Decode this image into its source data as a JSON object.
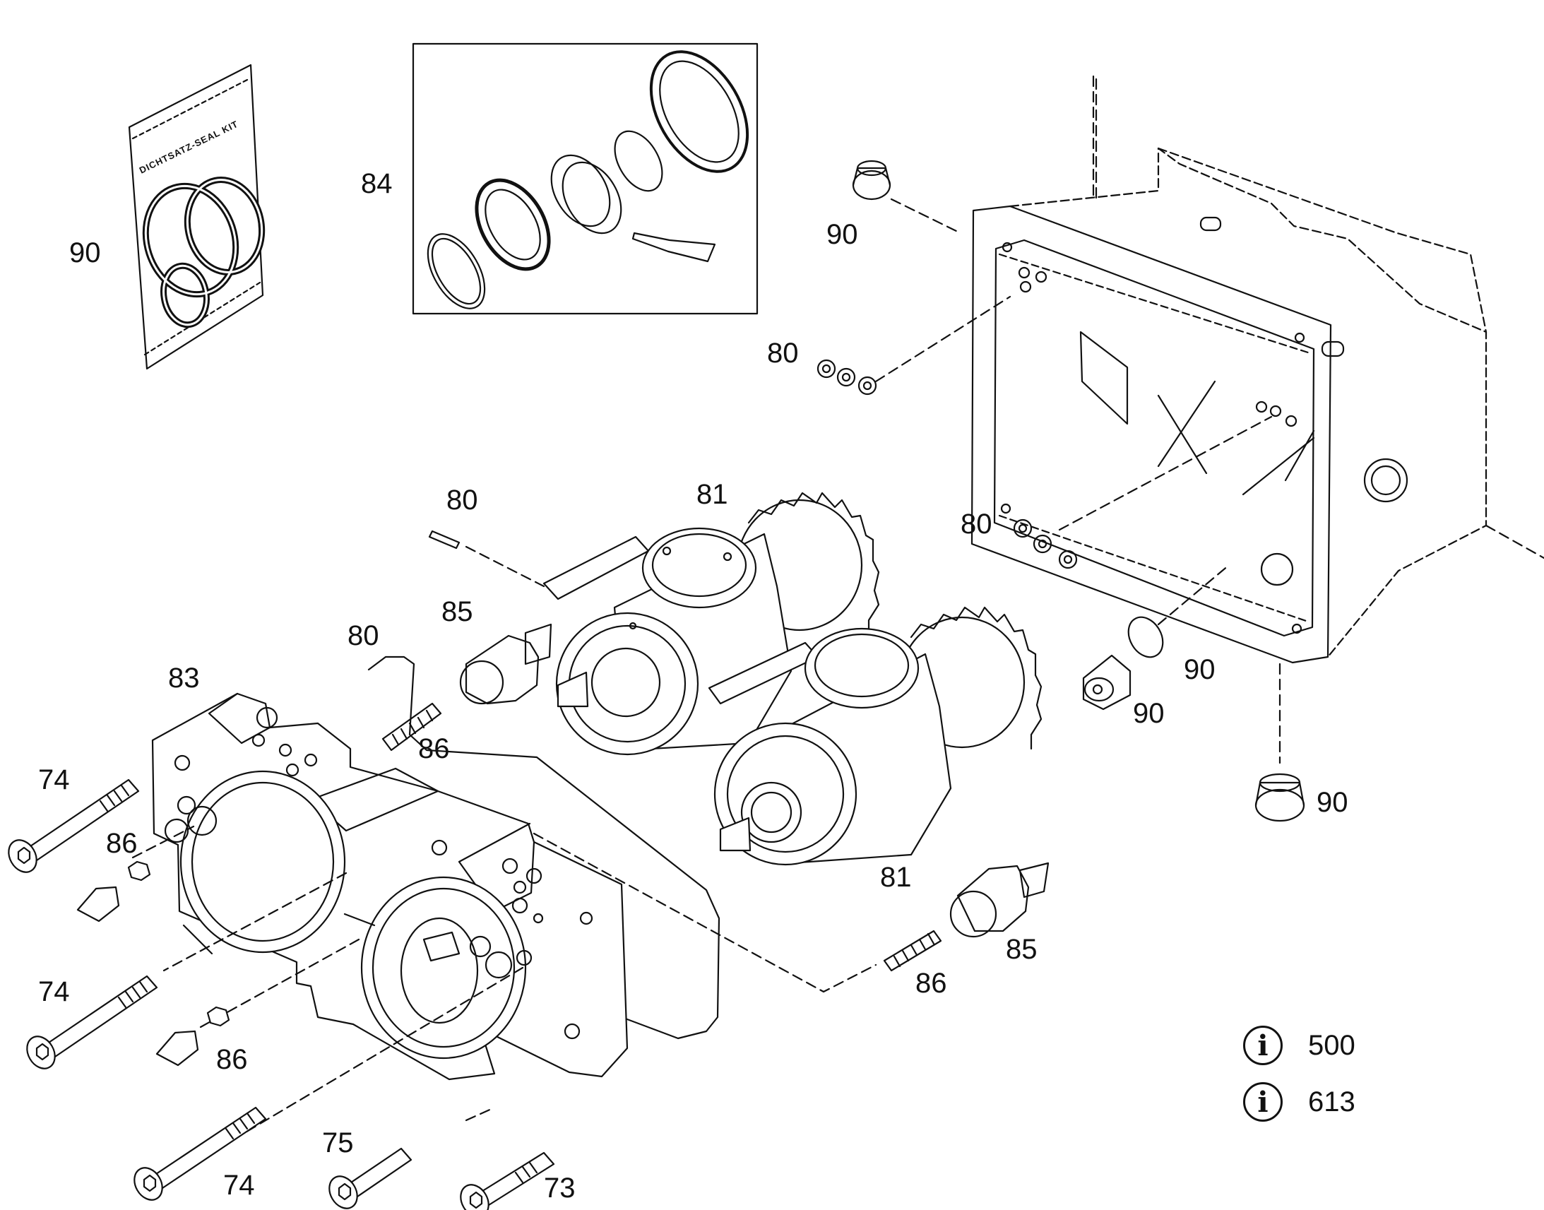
{
  "diagram": {
    "seal_kit_bag_text": "DICHTSATZ-SEAL KIT",
    "callouts": {
      "c90_bag": "90",
      "c84": "84",
      "c90_plug_top": "90",
      "c80_top_washers": "80",
      "c80_pin": "80",
      "c81_top": "81",
      "c80_right_washers": "80",
      "c85_left": "85",
      "c80_gasket": "80",
      "c83": "83",
      "c90_oring": "90",
      "c90_fitting": "90",
      "c86_stud_top": "86",
      "c74_top": "74",
      "c90_plug_bottom": "90",
      "c86_left_nut": "86",
      "c81_bottom": "81",
      "c85_right": "85",
      "c86_stud_bottom": "86",
      "c74_mid": "74",
      "c86_bottom_nut": "86",
      "c75": "75",
      "c74_bottom": "74",
      "c73": "73"
    },
    "info_references": [
      {
        "icon": "info-icon",
        "symbol": "i",
        "number": "500"
      },
      {
        "icon": "info-icon",
        "symbol": "i",
        "number": "613"
      }
    ]
  }
}
